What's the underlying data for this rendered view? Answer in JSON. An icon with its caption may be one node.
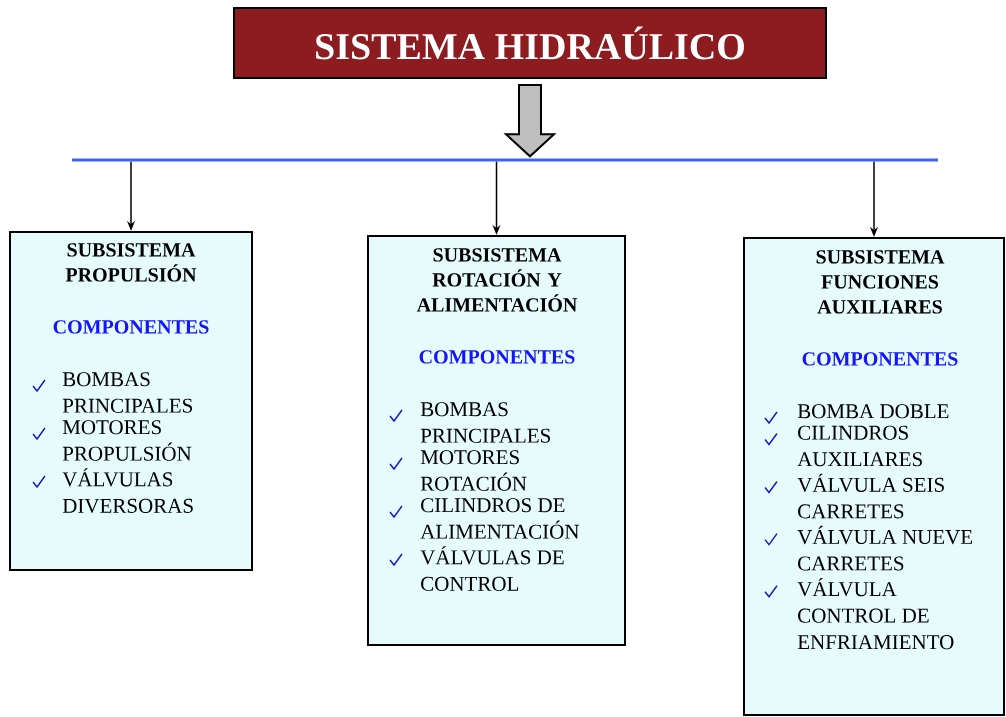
{
  "diagram": {
    "nodes": [
      {
        "text": [
          "SISTEMA HIDRAÚLICO"
        ]
      },
      {
        "text": [],
        "shape": "bar"
      },
      {
        "text": [
          "SUBSISTEMA PROPULSIÓN",
          "COMPONENTES",
          "BOMBAS PRINCIPALES",
          "MOTORES PROPULSIÓN",
          "VÁLVULAS DIVERSORAS"
        ]
      },
      {
        "text": [
          "SUBSISTEMA ROTACIÓN Y ALIMENTACIÓN",
          "COMPONENTES",
          "BOMBAS PRINCIPALES",
          "MOTORES ROTACIÓN",
          "CILINDROS DE ALIMENTACIÓN",
          "VÁLVULAS DE CONTROL"
        ]
      },
      {
        "text": [
          "SUBSISTEMA FUNCIONES AUXILIARES",
          "COMPONENTES",
          "BOMBA DOBLE",
          "CILINDROS AUXILIARES",
          "VÁLVULA SEIS CARRETES",
          "VÁLVULA NUEVE CARRETES",
          "VÁLVULA CONTROL DE ENFRIAMIENTO"
        ]
      }
    ],
    "edges": [
      {
        "from": 0,
        "to": 1,
        "arrow": "to",
        "style": "thick",
        "color": "#bfbfbf"
      },
      {
        "from": 1,
        "to": 2,
        "arrow": "to"
      },
      {
        "from": 1,
        "to": 3,
        "arrow": "to"
      },
      {
        "from": 1,
        "to": 4,
        "arrow": "to"
      }
    ]
  }
}
